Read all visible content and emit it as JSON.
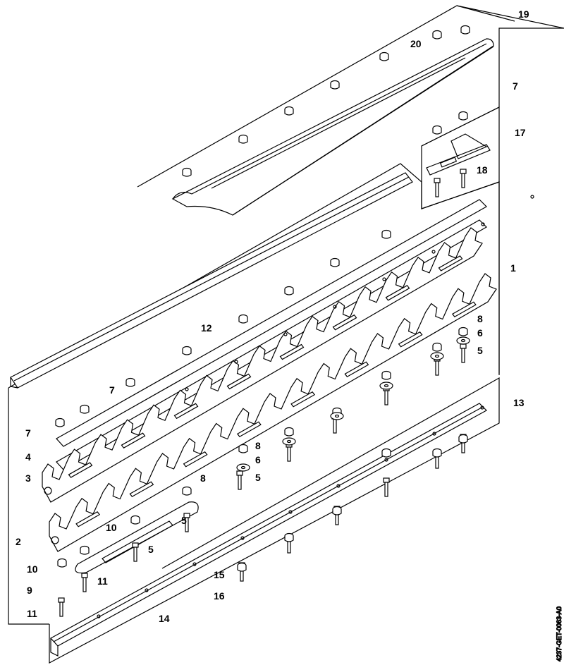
{
  "diagram": {
    "drawing_code": "4237-GET-0063-A0",
    "callouts": [
      "19",
      "20",
      "7",
      "17",
      "18",
      "1",
      "12",
      "7",
      "7",
      "4",
      "3",
      "8",
      "6",
      "5",
      "8",
      "6",
      "5",
      "8",
      "13",
      "10",
      "5",
      "2",
      "5",
      "10",
      "11",
      "9",
      "15",
      "16",
      "11",
      "14"
    ]
  }
}
